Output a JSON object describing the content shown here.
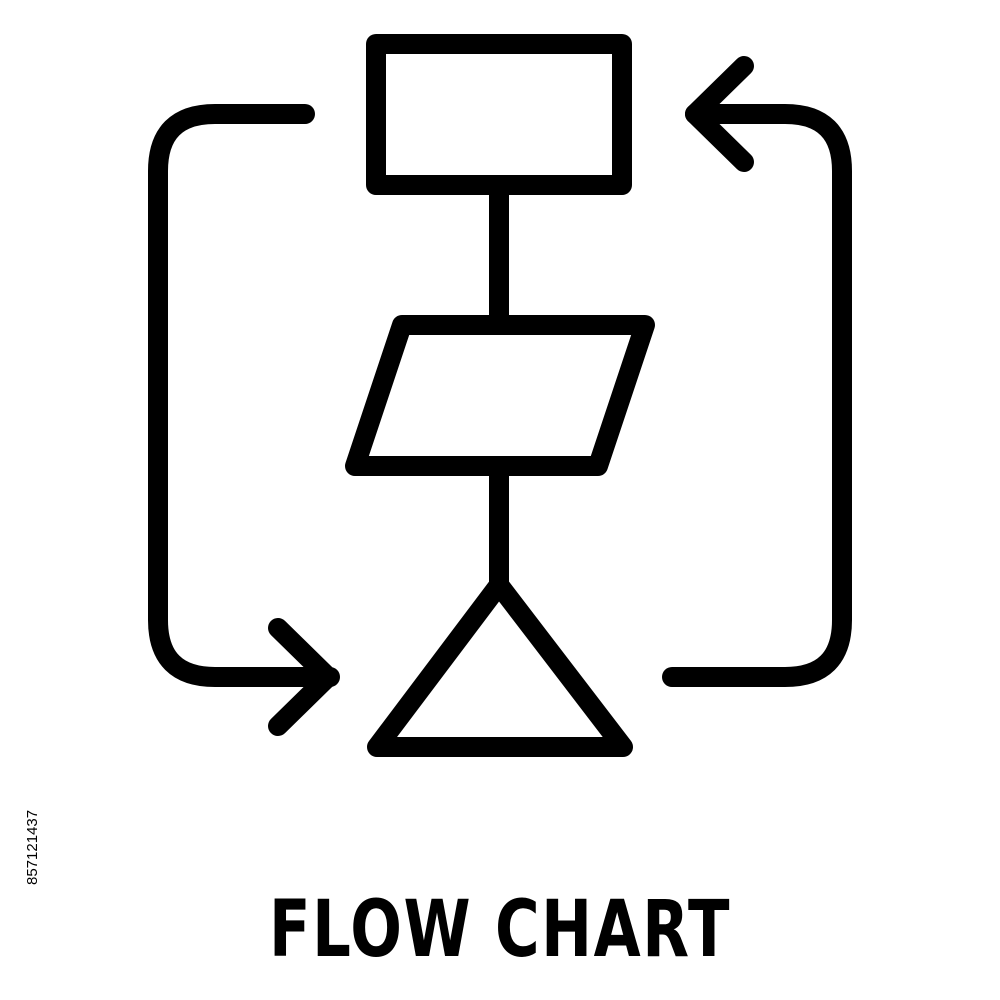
{
  "caption": "FLOW CHART",
  "stock_id": "857121437",
  "icon": {
    "name": "flow-chart-icon",
    "stroke_color": "#000000",
    "background_color": "#ffffff",
    "shapes": [
      "process-rectangle",
      "input-output-parallelogram",
      "merge-triangle",
      "return-arrow-left",
      "return-arrow-right"
    ]
  }
}
